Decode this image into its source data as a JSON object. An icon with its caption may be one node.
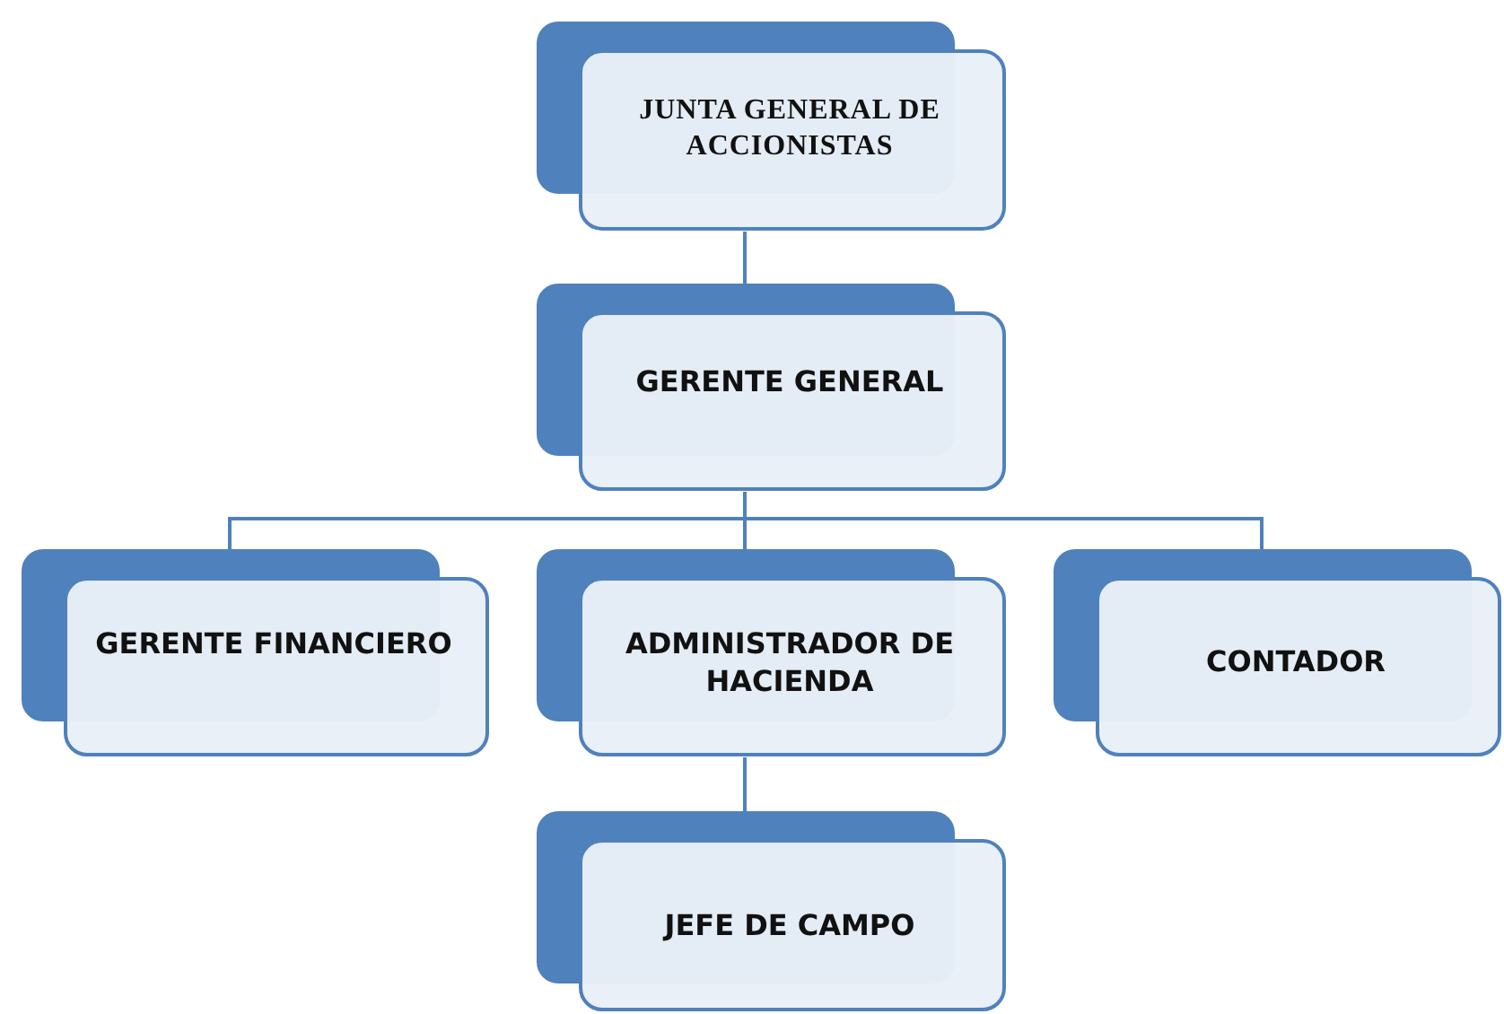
{
  "diagram": {
    "nodes": [
      {
        "text": [
          "JUNTA GENERAL DE ACCIONISTAS"
        ]
      },
      {
        "text": [
          "GERENTE GENERAL"
        ]
      },
      {
        "text": [
          "GERENTE FINANCIERO"
        ]
      },
      {
        "text": [
          "ADMINISTRADOR DE HACIENDA"
        ]
      },
      {
        "text": [
          "CONTADOR"
        ]
      },
      {
        "text": [
          "JEFE DE CAMPO"
        ]
      }
    ],
    "edges": [
      {
        "from": 0,
        "to": 1,
        "arrow": "none"
      },
      {
        "from": 1,
        "to": 2,
        "arrow": "none"
      },
      {
        "from": 1,
        "to": 3,
        "arrow": "none"
      },
      {
        "from": 1,
        "to": 4,
        "arrow": "none"
      },
      {
        "from": 3,
        "to": 5,
        "arrow": "none"
      }
    ]
  }
}
